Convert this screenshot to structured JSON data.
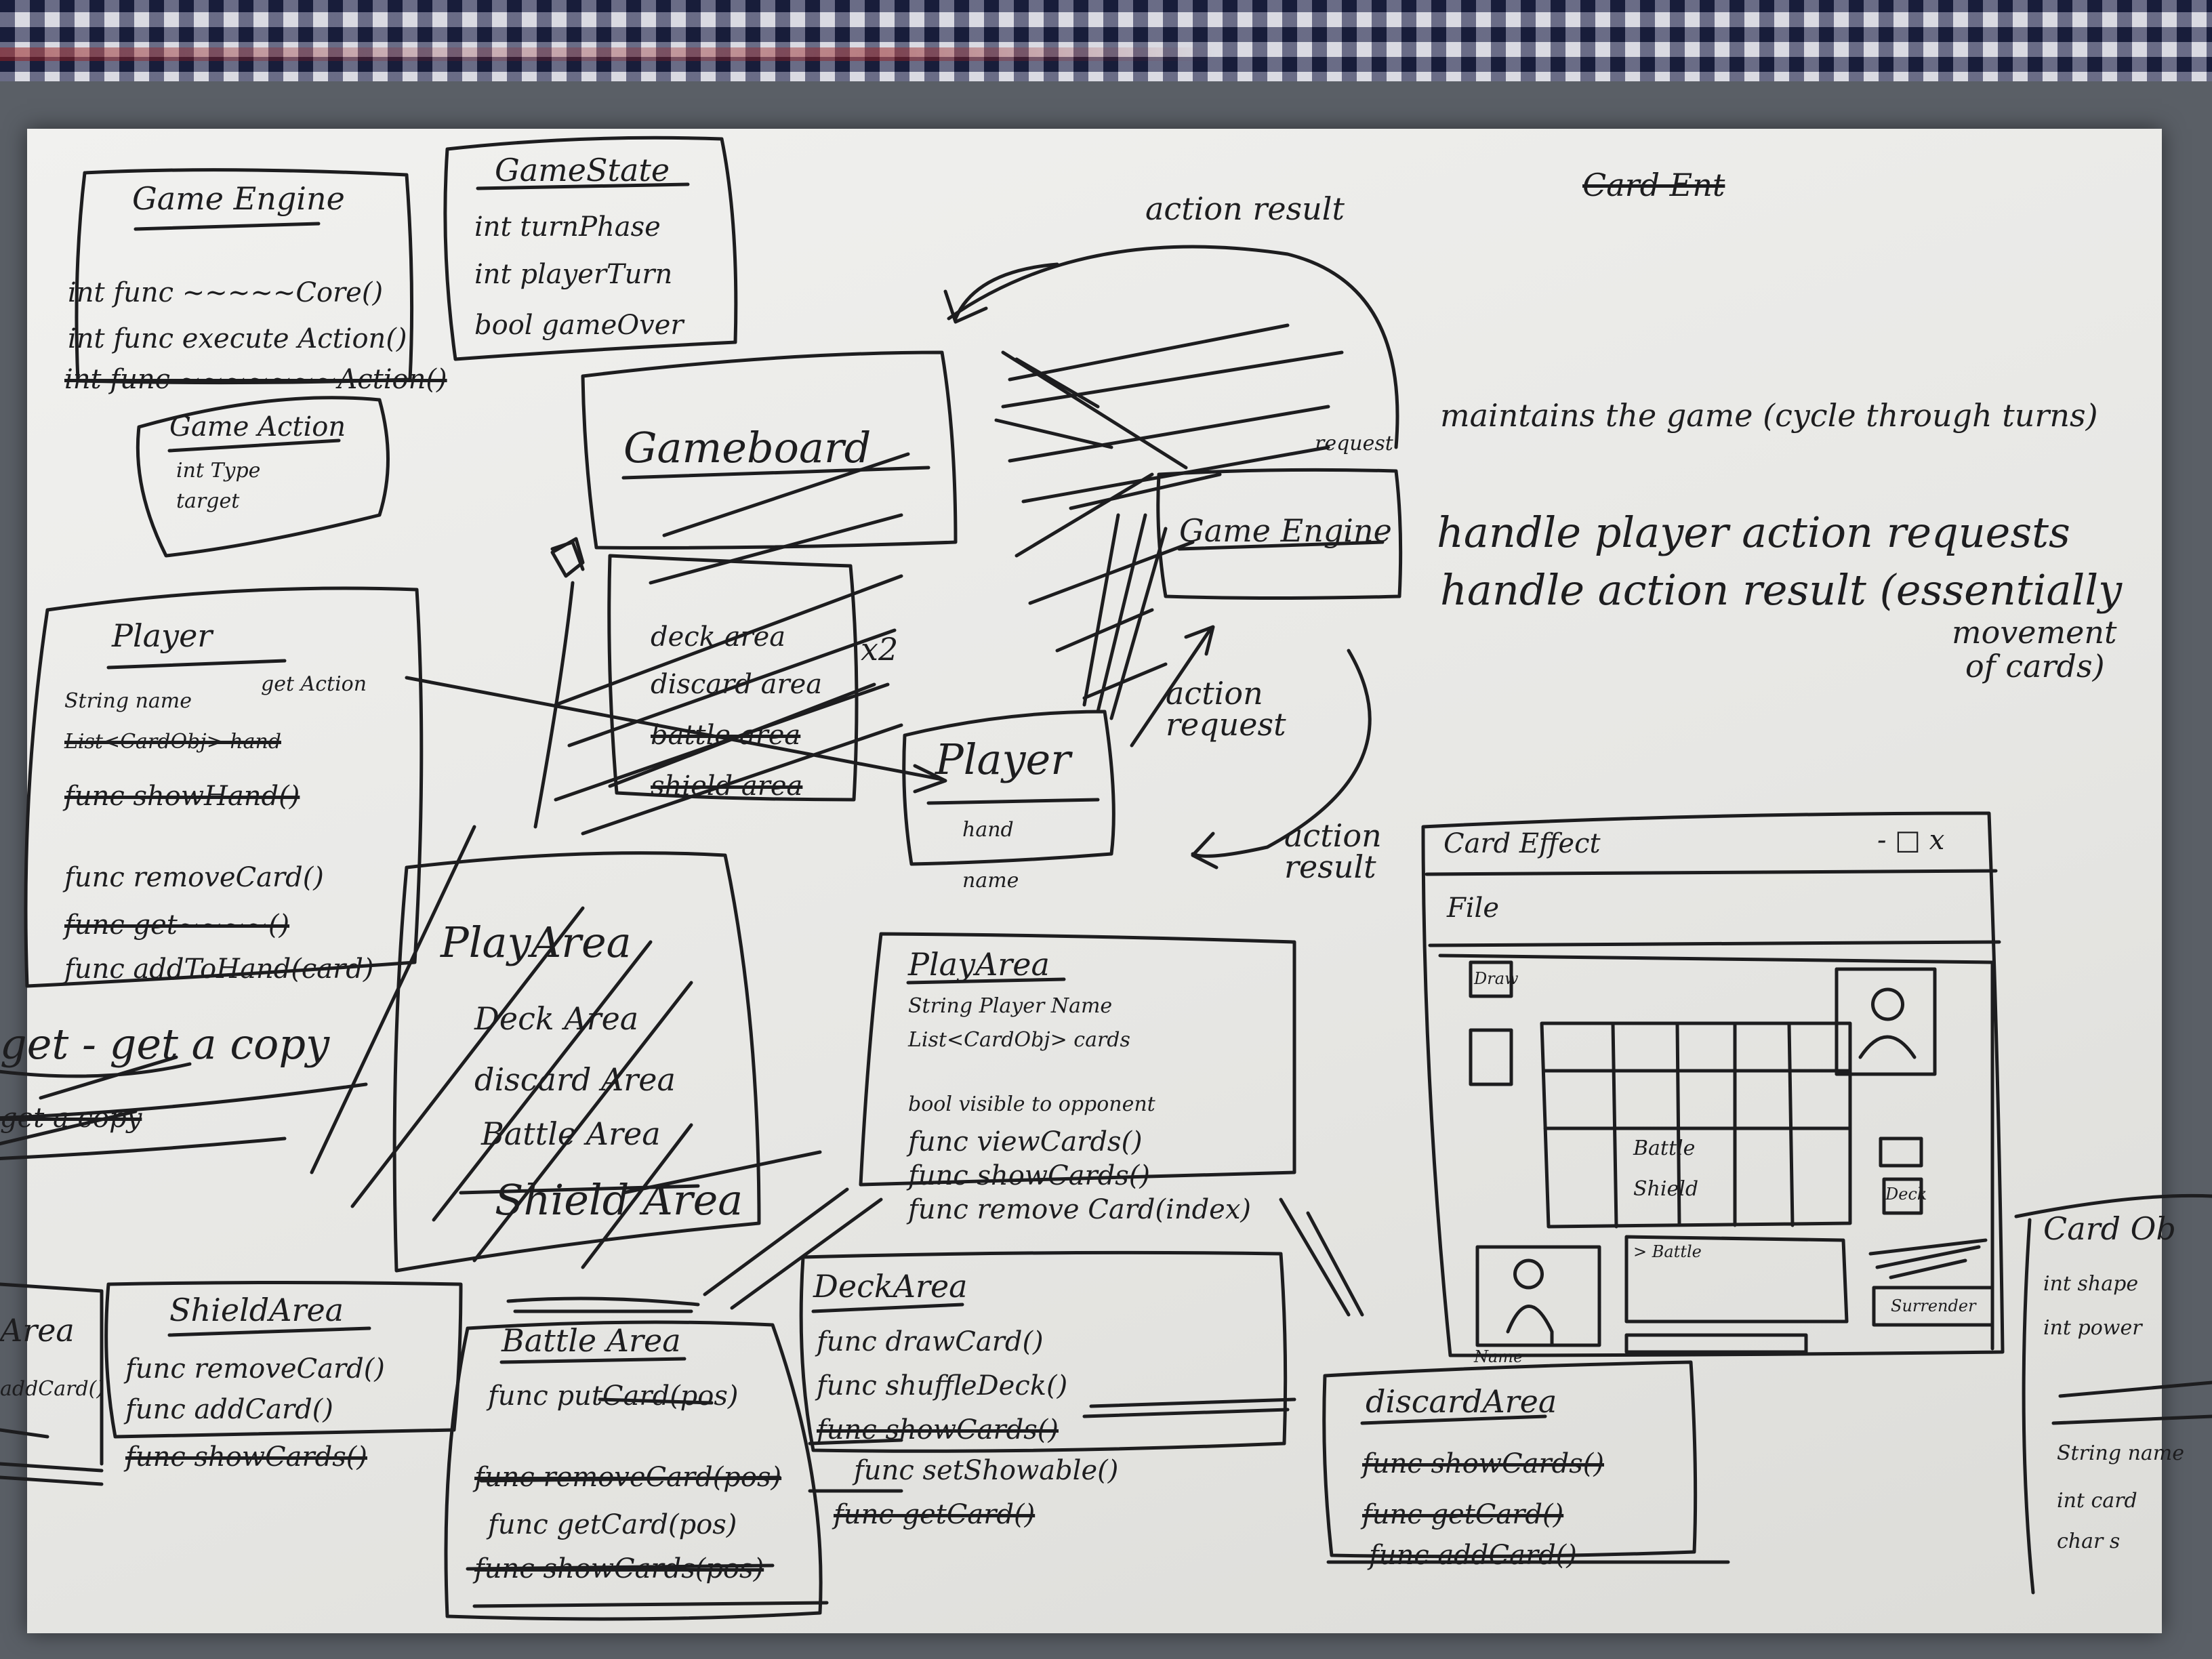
{
  "game_engine_box": {
    "title": "Game Engine",
    "lines": [
      "int func ~~~~~Core()",
      "int func execute Action()",
      "int func ~~~~~~~Action()"
    ]
  },
  "game_state_box": {
    "title": "GameState",
    "lines": [
      "int turnPhase",
      "int playerTurn",
      "bool gameOver"
    ]
  },
  "game_action_box": {
    "title": "Game Action",
    "lines": [
      "int Type",
      "target"
    ]
  },
  "player_box": {
    "title": "Player",
    "lines": [
      "String name",
      "List<CardObj> hand",
      "func showHand()",
      "func removeCard()",
      "func get~~~~()",
      "func addToHand(card)"
    ],
    "note": "get Action"
  },
  "left_notes": [
    "get - get a copy",
    "get a copy"
  ],
  "gameboard_box": {
    "title": "Gameboard",
    "lines": [
      "deck area",
      "discard area",
      "battle area",
      "shield area"
    ],
    "mark": "x2"
  },
  "diagram_labels": {
    "action_result_top": "action result",
    "request": "request",
    "action_request": "action request",
    "action_result_bottom": "action result"
  },
  "diagram_game_engine": "Game Engine",
  "diagram_player": {
    "title": "Player",
    "lines": [
      "hand",
      "name"
    ]
  },
  "top_right_word": "Card Ent",
  "responsibilities": [
    "maintains the game (cycle through turns)",
    "handle player action requests",
    "handle action result (essentially",
    "movement",
    "of cards)"
  ],
  "play_area_crossed": {
    "title": "PlayArea",
    "lines": [
      "Deck Area",
      "discard Area",
      "Battle Area",
      "Shield Area"
    ]
  },
  "play_area_box": {
    "title": "PlayArea",
    "lines": [
      "String Player Name",
      "List<CardObj> cards",
      "bool visible to opponent",
      "func viewCards()",
      "func showCards()",
      "func remove Card(index)"
    ]
  },
  "card_effect_window": {
    "title": "Card Effect",
    "controls": "- □ x",
    "menu": "File",
    "grid_labels": [
      "Battle",
      "Shield"
    ],
    "side_buttons": [
      "Draw",
      "Deck",
      "Surrender"
    ],
    "log_text": "> Battle",
    "name_label": "Name"
  },
  "card_obj_box": {
    "title": "Card Ob",
    "lines": [
      "int shape",
      "int power",
      "String name",
      "int card",
      "char s"
    ]
  },
  "shield_area_box": {
    "title": "ShieldArea",
    "lines": [
      "func removeCard()",
      "func addCard()",
      "func showCards()"
    ]
  },
  "battle_area_box": {
    "title": "Battle Area",
    "lines": [
      "func putCard(pos)",
      "func removeCard(pos)",
      "func getCard(pos)",
      "func showCards(pos)"
    ]
  },
  "deck_area_box": {
    "title": "DeckArea",
    "lines": [
      "func drawCard()",
      "func shuffleDeck()",
      "func showCards()",
      "func setShowable()",
      "func getCard()"
    ]
  },
  "discard_area_box": {
    "title": "discardArea",
    "lines": [
      "func showCards()",
      "func getCard()",
      "func addCard()"
    ]
  },
  "left_edge_box": {
    "title": "Area",
    "lines": [
      "addCard()"
    ]
  }
}
